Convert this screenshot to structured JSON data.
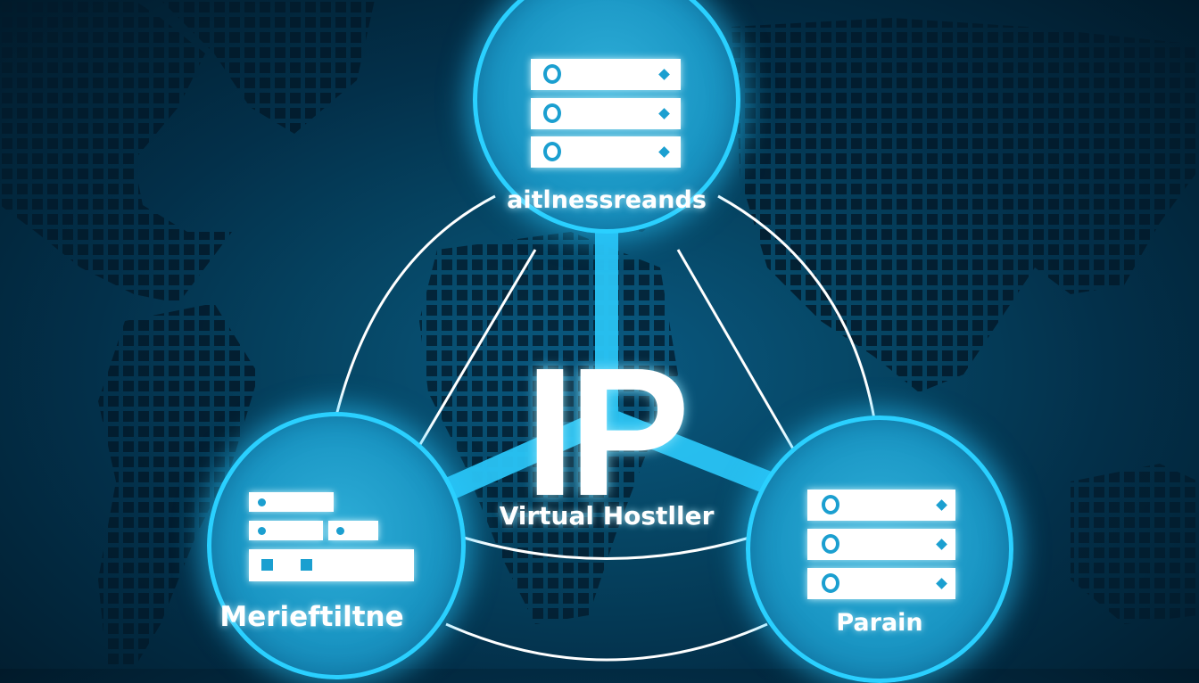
{
  "diagram": {
    "title": "IP",
    "subtitle": "Virtual Hostller",
    "nodes": [
      {
        "id": "top",
        "label": "aitlnessreands",
        "icon": "server-rack-icon"
      },
      {
        "id": "bottom-left",
        "label": "Merieftiltne",
        "icon": "server-blocks-icon"
      },
      {
        "id": "bottom-right",
        "label": "Parain",
        "icon": "server-rack-icon"
      }
    ],
    "background": "world-map-dot-grid"
  },
  "colors": {
    "background_dark": "#011a2a",
    "background_mid": "#064766",
    "node_fill": "#1a96c4",
    "node_border": "#2ad0ff",
    "connector": "#29c4f5",
    "text": "#ffffff"
  }
}
